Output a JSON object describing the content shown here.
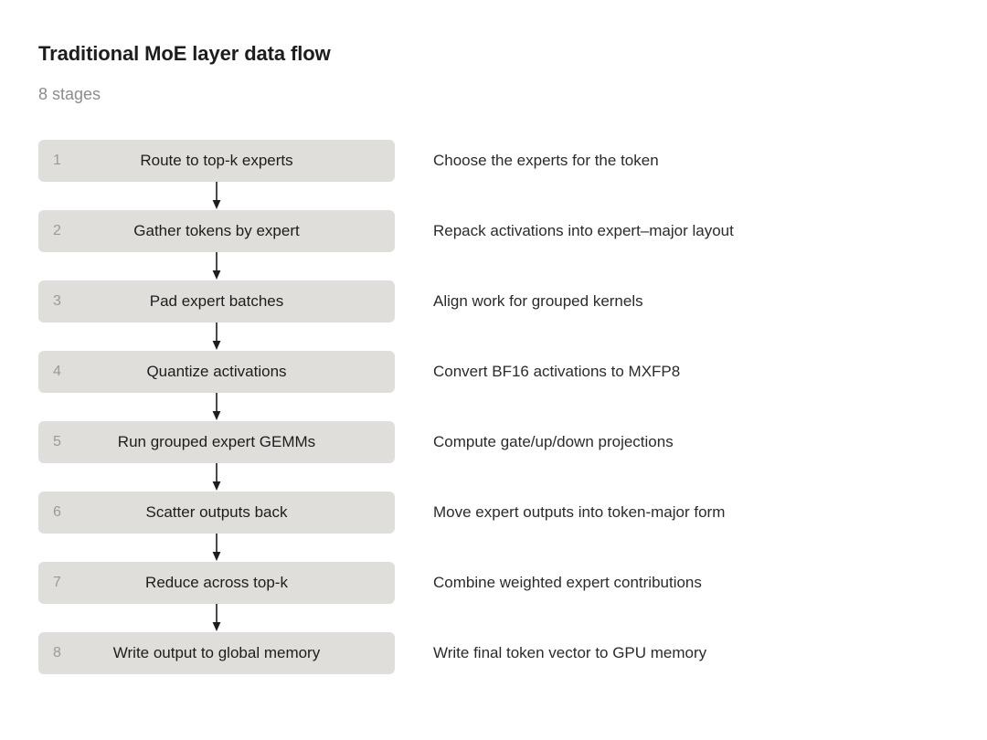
{
  "header": {
    "title": "Traditional MoE layer data flow",
    "subtitle": "8 stages"
  },
  "colors": {
    "background": "#ffffff",
    "box_fill": "#dfdedb",
    "title_text": "#1d1d1d",
    "subtitle_text": "#8c8c8c",
    "stage_number_text": "#9a9a97",
    "description_text": "#2b2b2b",
    "arrow": "#1d1d1d"
  },
  "flow": {
    "stages": [
      {
        "number": "1",
        "label": "Route to top-k experts",
        "description": "Choose the experts for the token"
      },
      {
        "number": "2",
        "label": "Gather tokens by expert",
        "description": "Repack activations into expert–major layout"
      },
      {
        "number": "3",
        "label": "Pad expert batches",
        "description": "Align work for grouped kernels"
      },
      {
        "number": "4",
        "label": "Quantize activations",
        "description": "Convert BF16 activations to MXFP8"
      },
      {
        "number": "5",
        "label": "Run grouped expert GEMMs",
        "description": "Compute gate/up/down projections"
      },
      {
        "number": "6",
        "label": "Scatter outputs back",
        "description": "Move expert outputs into token-major form"
      },
      {
        "number": "7",
        "label": "Reduce across top-k",
        "description": "Combine weighted expert contributions"
      },
      {
        "number": "8",
        "label": "Write output to global memory",
        "description": "Write final token vector to GPU memory"
      }
    ]
  }
}
